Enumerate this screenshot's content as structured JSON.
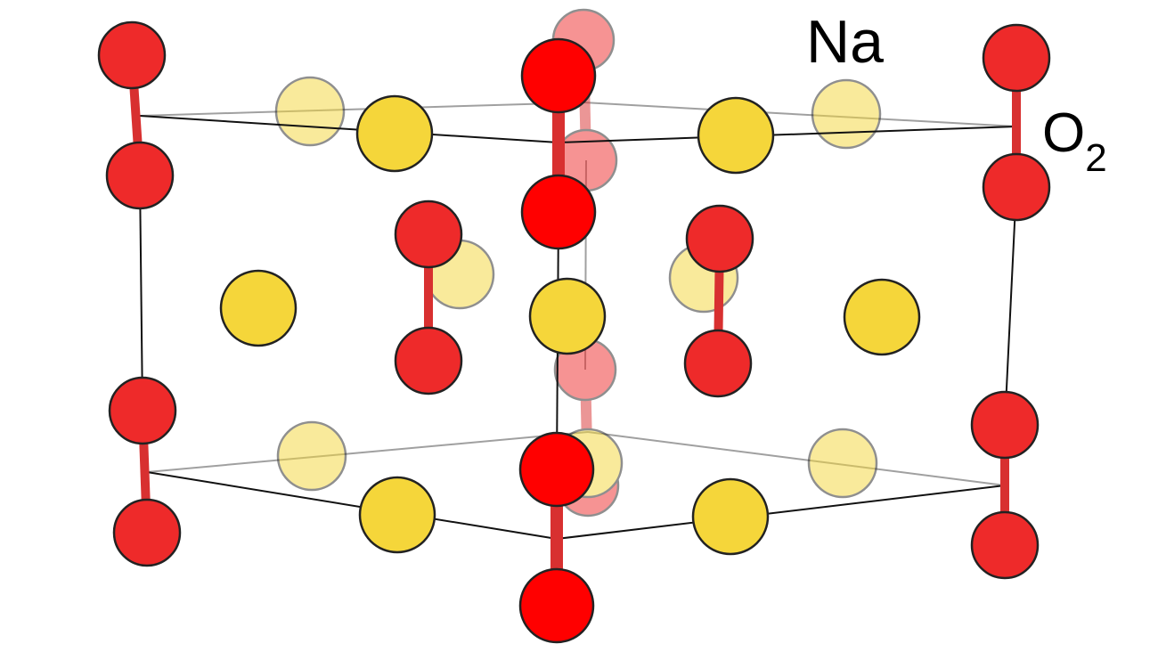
{
  "labels": {
    "sodium": "Na",
    "oxygen_main": "O",
    "oxygen_sub": "2"
  },
  "colors": {
    "oxygen": "#ee2a2a",
    "oxygen_front": "#ff0000",
    "sodium": "#f5d63a",
    "bond": "#d83030",
    "cell_edge": "#111111",
    "cell_edge_back": "#999999"
  }
}
